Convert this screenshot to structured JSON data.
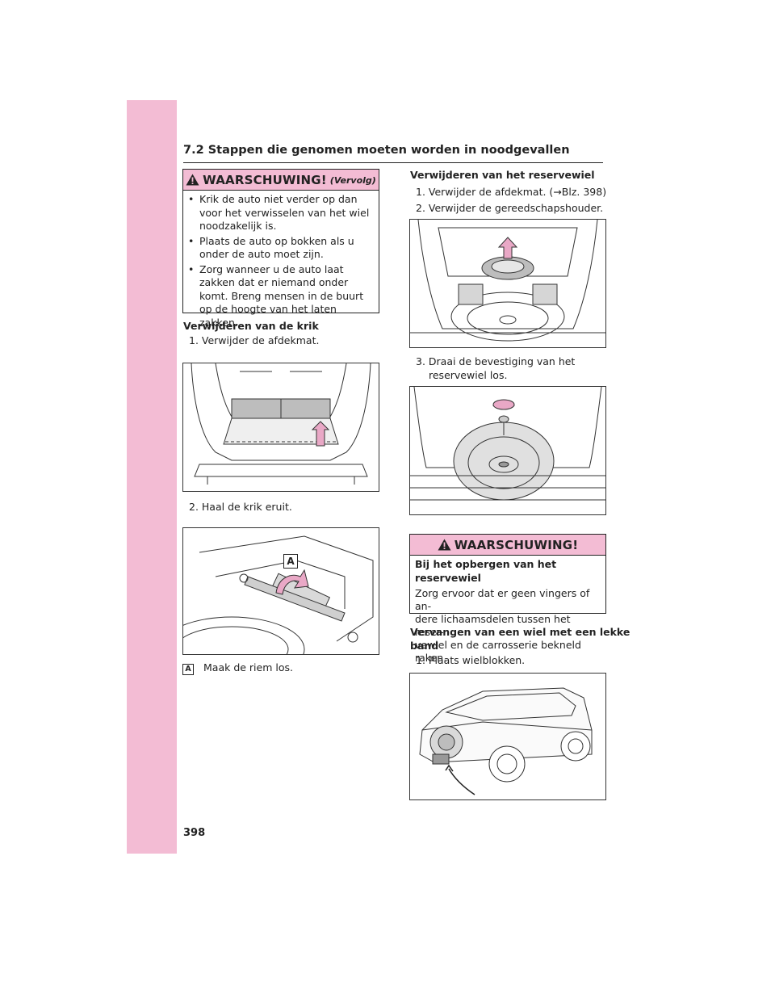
{
  "header": {
    "section_title": "7.2  Stappen die genomen moeten worden in noodgevallen"
  },
  "warning1": {
    "title": "WAARSCHUWING!",
    "subtitle": "(Vervolg)",
    "bullets": [
      "Krik de auto niet verder op dan voor het verwisselen van het wiel noodzakelijk is.",
      "Plaats de auto op bokken als u onder de auto moet zijn.",
      "Zorg wanneer u de auto laat zakken dat er niemand onder komt. Breng mensen in de buurt op de hoogte van het laten zakken."
    ]
  },
  "left": {
    "heading": "Verwijderen van de krik",
    "step1": "1. Verwijder de afdekmat.",
    "step2": "2. Haal de krik eruit.",
    "callout_label": "A",
    "callout_text": "Maak de riem los."
  },
  "right": {
    "heading": "Verwijderen van het reservewiel",
    "step1": "1. Verwijder de afdekmat. (→Blz. 398)",
    "step2": "2. Verwijder de gereedschapshouder.",
    "step3_line1": "3. Draai de bevestiging van het",
    "step3_line2": "reservewiel los.",
    "heading2_line1": "Vervangen van een wiel met een lekke",
    "heading2_line2": "band",
    "step4": "1. Plaats wielblokken."
  },
  "warning2": {
    "title": "WAARSCHUWING!",
    "subheading": "Bij het opbergen van het reservewiel",
    "body_lines": [
      "Zorg ervoor dat er geen vingers of an-",
      "dere lichaamsdelen tussen het reser-",
      "vewiel en de carrosserie bekneld raken."
    ]
  },
  "figures": {
    "fig2_label": "A"
  },
  "footer": {
    "page_number": "398"
  },
  "colors": {
    "accent": "#f3bcd4",
    "arrow": "#e9a8c6"
  }
}
